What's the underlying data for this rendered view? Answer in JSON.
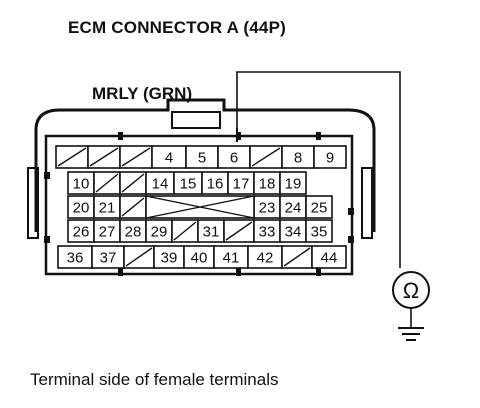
{
  "diagram": {
    "title": "ECM CONNECTOR A (44P)",
    "wire_label": "MRLY (GRN)",
    "caption": "Terminal side of female terminals",
    "meter_symbol": "Ω",
    "meter_icon": "ohmmeter-icon",
    "ground_icon": "ground-icon",
    "connector": {
      "row1": [
        "",
        "",
        "",
        "4",
        "5",
        "6",
        "",
        "8",
        "9"
      ],
      "row2": [
        "10",
        "",
        "",
        "14",
        "15",
        "16",
        "17",
        "18",
        "19"
      ],
      "row3": [
        "20",
        "21",
        "",
        "23",
        "24",
        "25"
      ],
      "row4": [
        "26",
        "27",
        "28",
        "29",
        "",
        "31",
        "",
        "33",
        "34",
        "35"
      ],
      "row5": [
        "36",
        "37",
        "",
        "39",
        "40",
        "41",
        "42",
        "",
        "44"
      ]
    }
  }
}
